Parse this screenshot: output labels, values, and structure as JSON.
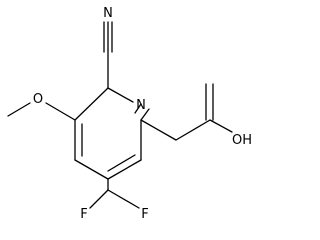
{
  "molecule": {
    "colors": {
      "bond": "#000000",
      "label": "#000000",
      "background": "#ffffff"
    },
    "atom_labels": {
      "nitrile_n": "N",
      "ring_n": "N",
      "methoxy_o": "O",
      "carboxyl_oh": "OH",
      "fluorine_left": "F",
      "fluorine_right": "F"
    }
  }
}
